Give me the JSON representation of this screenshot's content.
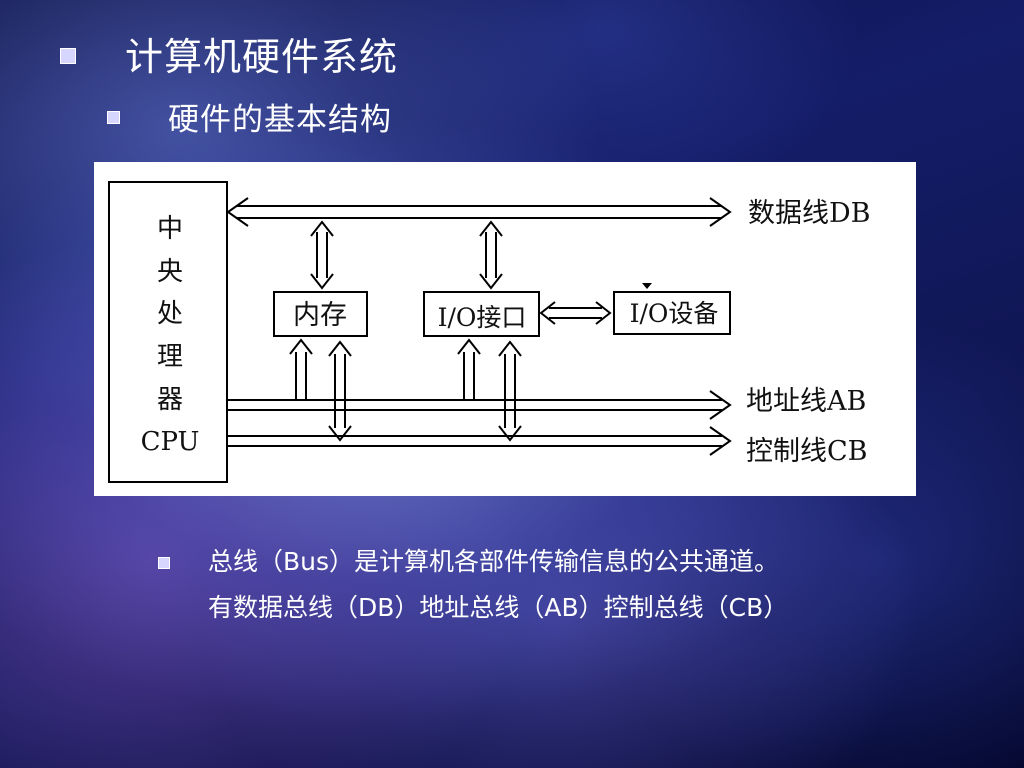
{
  "slide": {
    "title": "计算机硬件系统",
    "subtitle": "硬件的基本结构",
    "diagram": {
      "cpu_chars": [
        "中",
        "央",
        "处",
        "理",
        "器"
      ],
      "cpu_label": "CPU",
      "memory": "内存",
      "io_interface": "I/O接口",
      "io_device": "I/O设备",
      "data_bus": "数据线DB",
      "address_bus": "地址线AB",
      "control_bus": "控制线CB"
    },
    "bullet_line1": "总线（Bus）是计算机各部件传输信息的公共通道。",
    "bullet_line2": "有数据总线（DB）地址总线（AB）控制总线（CB）"
  }
}
